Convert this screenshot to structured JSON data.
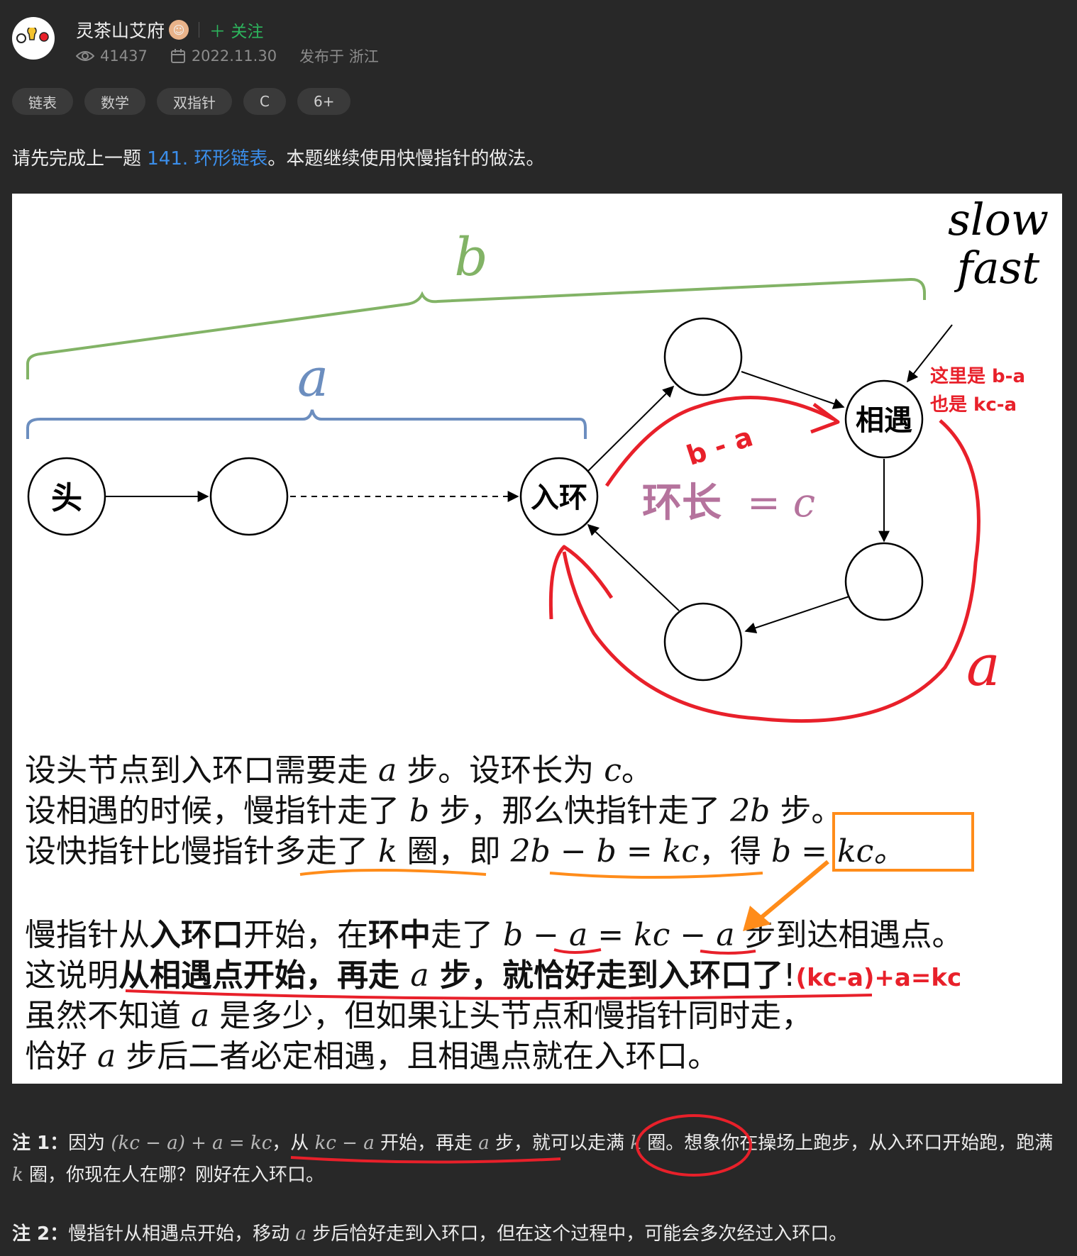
{
  "header": {
    "author": "灵茶山艾府",
    "follow_label": "关注",
    "views": "41437",
    "date": "2022.11.30",
    "location": "发布于 浙江"
  },
  "tags": [
    "链表",
    "数学",
    "双指针",
    "C",
    "6+"
  ],
  "intro": {
    "before": "请先完成上一题 ",
    "link": "141. 环形链表",
    "after": "。本题继续使用快慢指针的做法。"
  },
  "figure": {
    "label_b": "b",
    "label_a": "a",
    "node_head": "头",
    "node_entry": "入环",
    "node_meet": "相遇",
    "slow": "slow",
    "fast": "fast",
    "red_note_1": "这里是 b-a",
    "red_note_2": "也是 kc-a",
    "red_b_minus_a": "b - a",
    "cycle_len_cn": "环长",
    "cycle_len_eq": "= c",
    "red_a": "a",
    "line1_a": "设头节点到入环口需要走 ",
    "line1_var_a": "a",
    "line1_b": " 步。设环长为 ",
    "line1_var_c": "c",
    "line1_c": "。",
    "line2_a": "设相遇的时候，慢指针走了 ",
    "line2_var_b": "b",
    "line2_b": " 步，那么快指针走了 ",
    "line2_var_2b": "2b",
    "line2_c": " 步。",
    "line3_a": "设快指针比慢指针",
    "line3_b": "多走了 ",
    "line3_var_k": "k",
    "line3_c": " 圈",
    "line3_d": "，即 ",
    "line3_eq": "2b − b = kc",
    "line3_e": "，得 ",
    "line3_box": "b = kc。",
    "line4_a": "慢指针从",
    "line4_b": "入环口",
    "line4_c": "开始，在",
    "line4_d": "环中",
    "line4_e": "走了 ",
    "line4_eq1": "b",
    "line4_eq2": " − a = ",
    "line4_eq3": "kc",
    "line4_eq4": " − a",
    "line4_f": " 步到达相遇点。",
    "line5_a": "这说明",
    "line5_b": "从相遇点开始，再走 ",
    "line5_var_a": "a",
    "line5_c": " 步，就恰好走到入环口了",
    "line5_d": "!",
    "line5_red": "(kc-a)+a=kc",
    "line6_a": "虽然不知道 ",
    "line6_var_a": "a",
    "line6_b": " 是多少，但如果让头节点和慢指针同时走，",
    "line7_a": "恰好 ",
    "line7_var_a": "a",
    "line7_b": " 步后二者必定相遇，且相遇点就在入环口。"
  },
  "note1": {
    "label": "注 1：",
    "t1": "因为 ",
    "m1": "(kc − a) + a = kc",
    "t2": "，从 ",
    "m2": "kc − a",
    "t3": " 开始，再走 ",
    "m3": "a",
    "t4": " 步，就可以走满 ",
    "m4": "k",
    "t5": " 圈。想象你在操场上跑步，从入环口开始跑，跑满 ",
    "m5": "k",
    "t6": " 圈，你现在人在哪？刚好在入环口。"
  },
  "note2": {
    "label": "注 2：",
    "t1": "慢指针从相遇点开始，移动 ",
    "m1": "a",
    "t2": " 步后恰好走到入环口，但在这个过程中，可能会多次经过入环口。"
  },
  "colors": {
    "background": "#282828",
    "link": "#3b8eea",
    "follow": "#2db55d",
    "green_brace": "#82b366",
    "blue_brace": "#6c8ebf",
    "red": "#e8202a",
    "orange": "#ff8c1a",
    "purple": "#b5739d"
  }
}
